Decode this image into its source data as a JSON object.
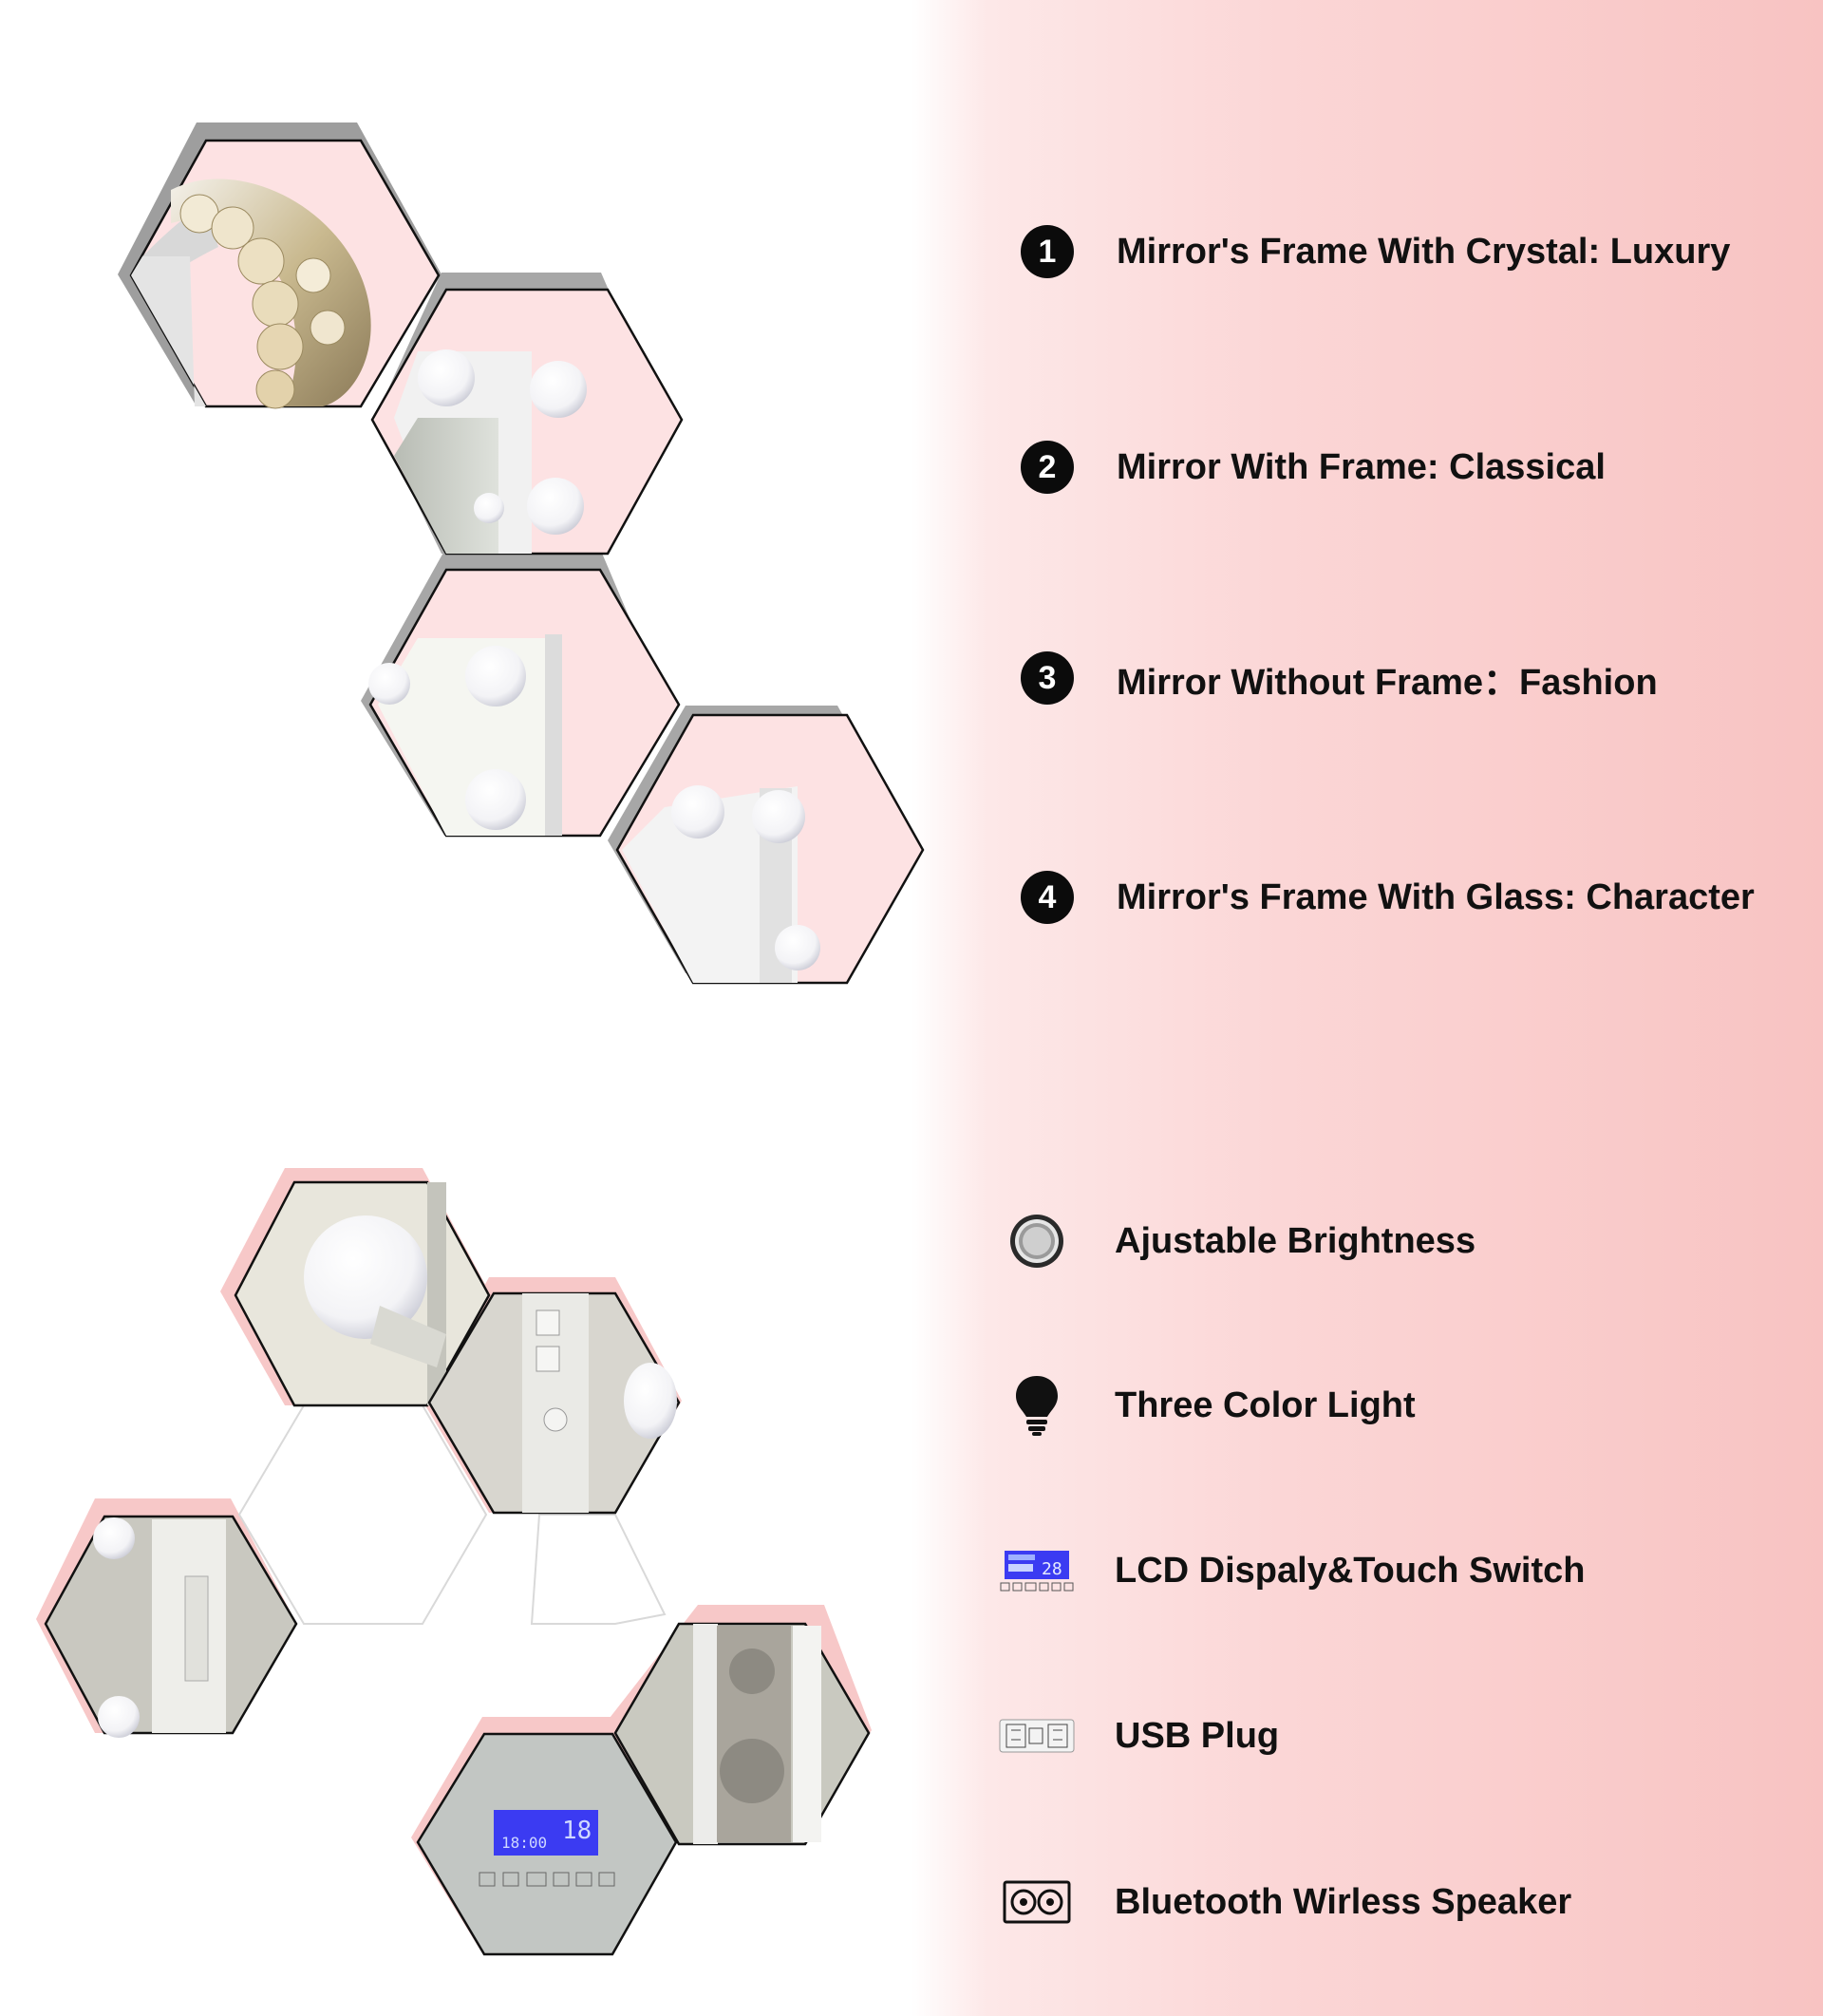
{
  "styles": [
    {
      "number": "1",
      "label": "Mirror's Frame With Crystal: Luxury"
    },
    {
      "number": "2",
      "label": "Mirror With Frame: Classical"
    },
    {
      "number": "3",
      "label": "Mirror Without Frame：Fashion"
    },
    {
      "number": "4",
      "label": "Mirror's Frame With Glass: Character"
    }
  ],
  "features": [
    {
      "icon": "knob-icon",
      "label": "Ajustable Brightness"
    },
    {
      "icon": "lightbulb-icon",
      "label": "Three Color Light"
    },
    {
      "icon": "lcd-display-icon",
      "label": "LCD Dispaly&Touch Switch",
      "display_day": "28",
      "panel_time": "18:00",
      "panel_temp": "18"
    },
    {
      "icon": "usb-plug-icon",
      "label": "USB Plug"
    },
    {
      "icon": "speaker-icon",
      "label": "Bluetooth Wirless Speaker"
    }
  ],
  "colors": {
    "accent_pink": "#f9cfcf",
    "hex_fill": "#fde2e3",
    "hex_shadow": "#9d9d9d",
    "lcd_blue": "#3b3bf2",
    "text": "#111111"
  }
}
